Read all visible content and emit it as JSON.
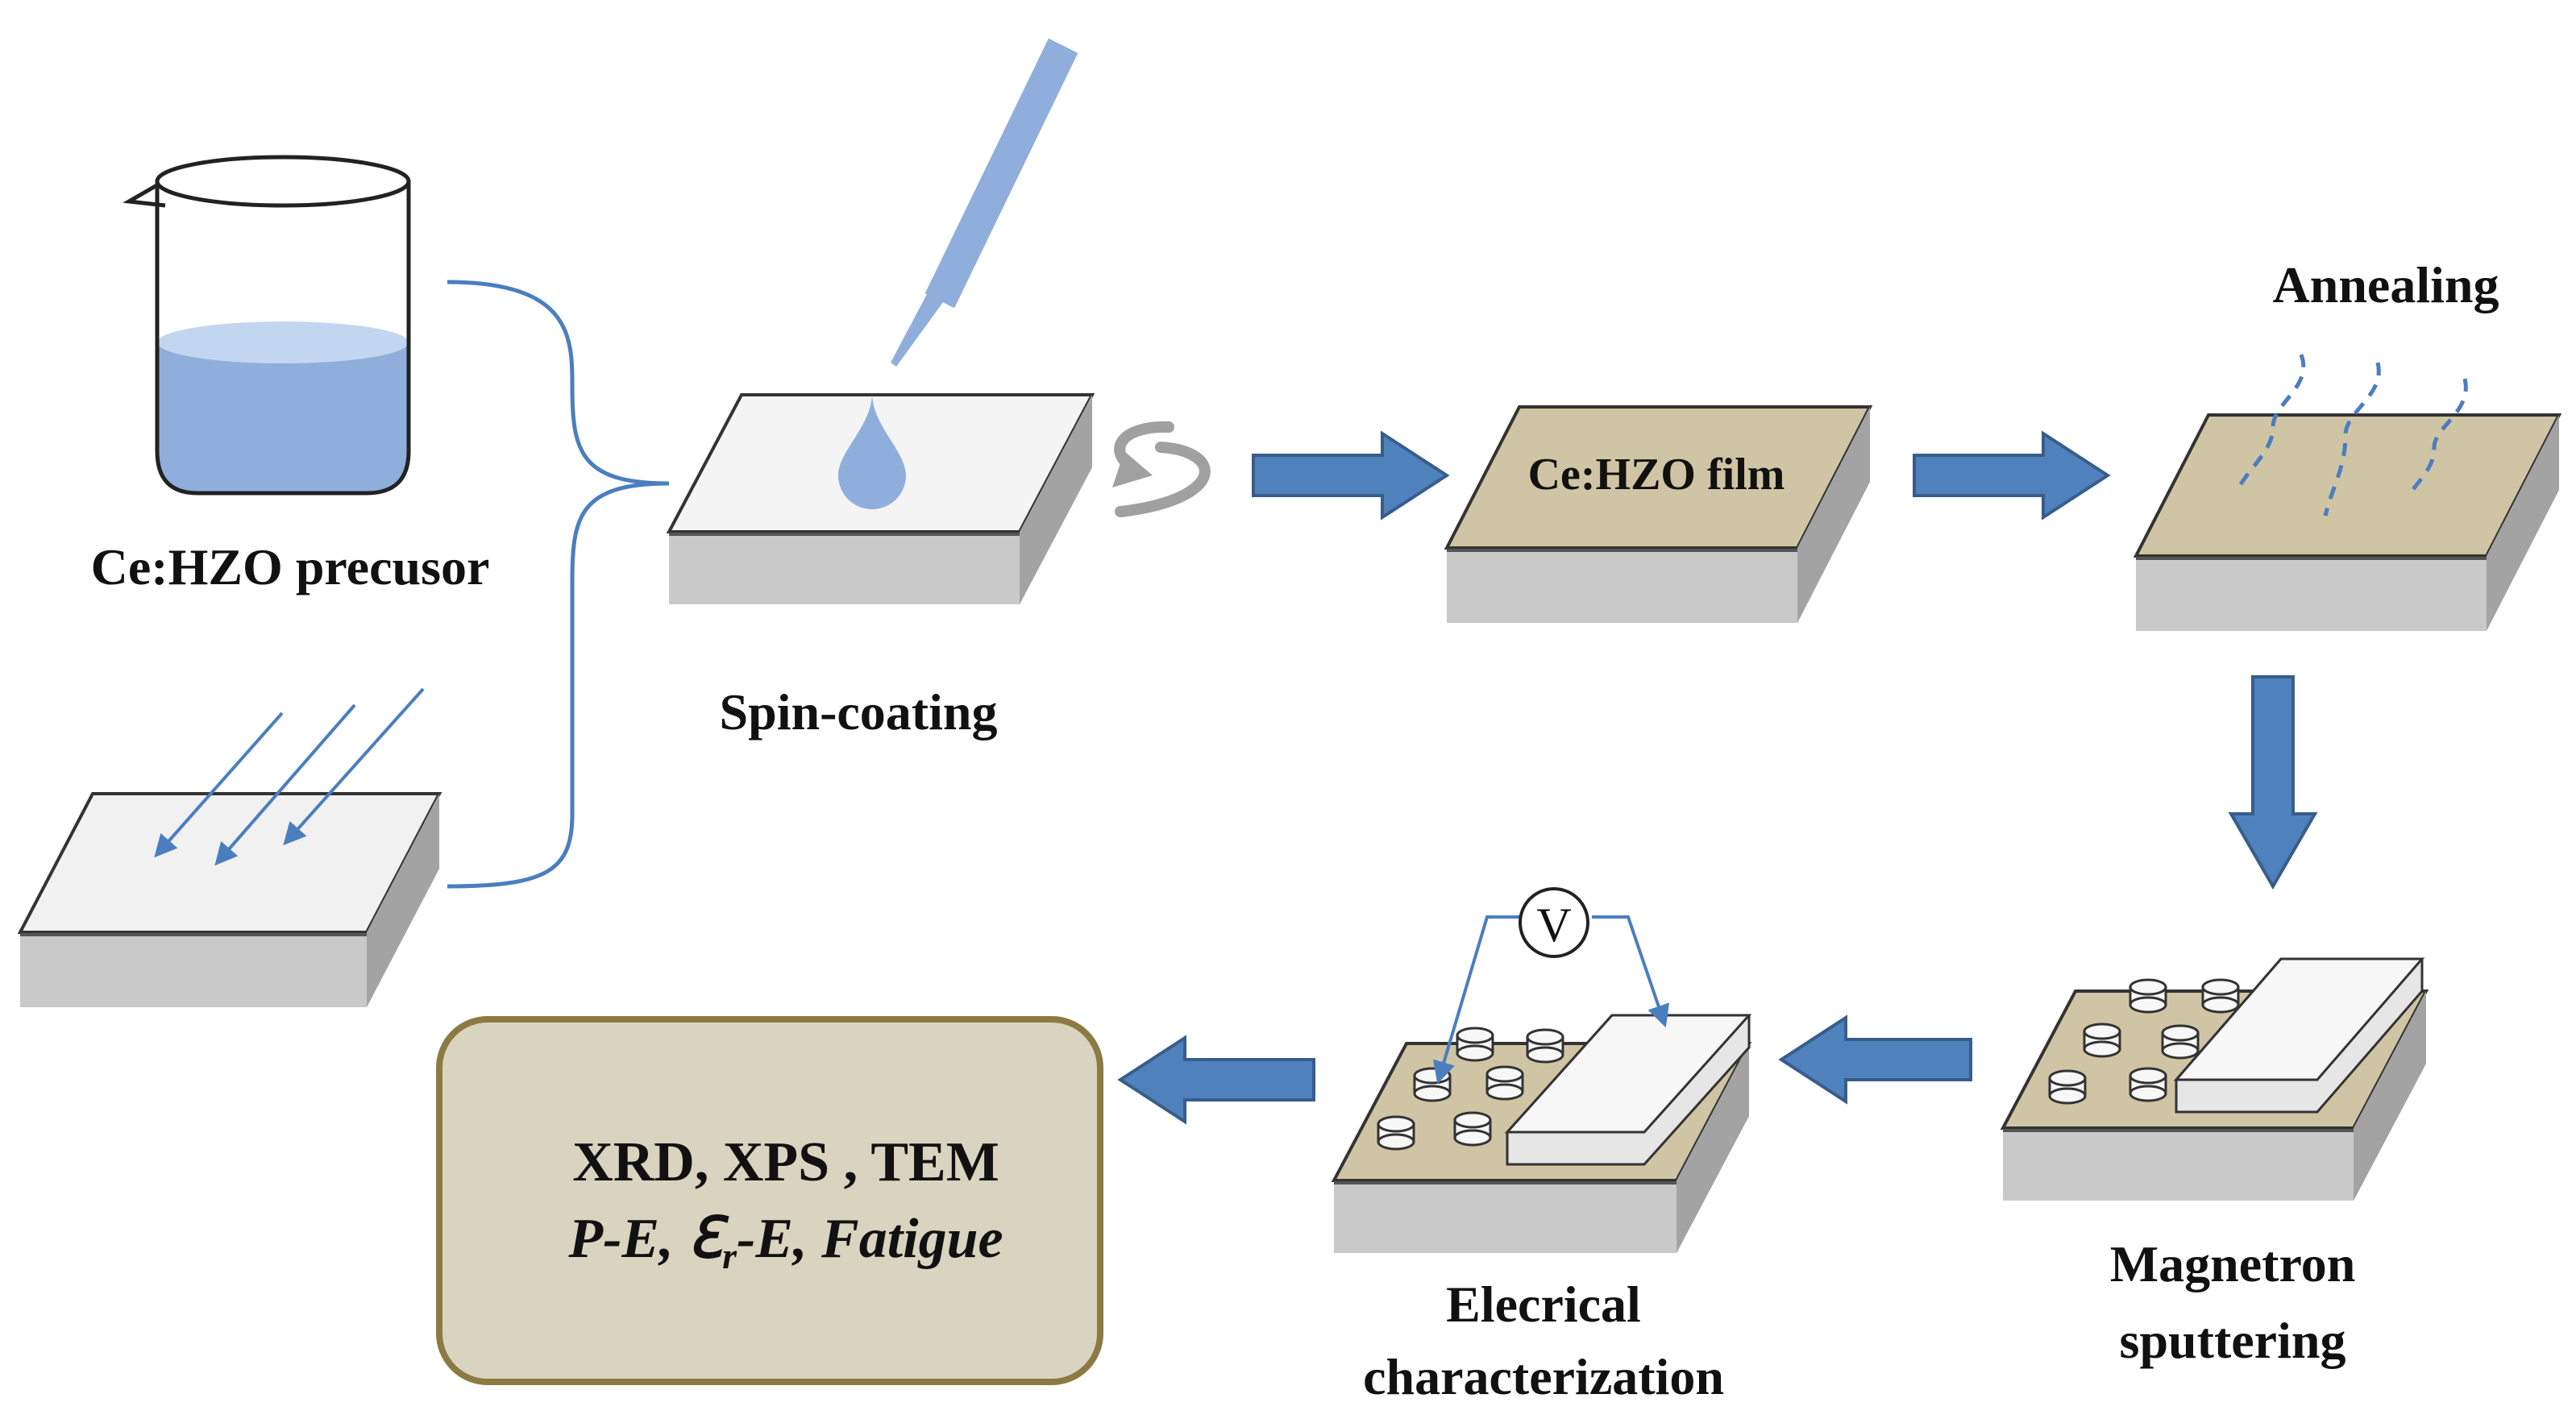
{
  "labels": {
    "precursor": "Ce:HZO precusor",
    "spin_coating": "Spin-coating",
    "film": "Ce:HZO film",
    "annealing": "Annealing",
    "magnetron_line1": "Magnetron",
    "magnetron_line2": "sputtering",
    "electrical_line1": "Elecrical",
    "electrical_line2": "characterization",
    "voltmeter": "V"
  },
  "results": {
    "line1": "XRD,  XPS , TEM",
    "line2_part1": "P-E, ",
    "line2_epsilon": "ℇ",
    "line2_subscript": "r",
    "line2_part2": "-E, Fatigue"
  },
  "colors": {
    "liquid": "#8faedb",
    "arrow_fill": "#4f81bd",
    "arrow_stroke": "#385d8a",
    "film": "#cfc5a4",
    "substrate_top": "#f1f1f1",
    "substrate_side": "#c9c9c9",
    "results_box": "#d9d4bf",
    "results_border": "#8c7a43"
  },
  "icons": [
    "beaker-icon",
    "pipette-icon",
    "droplet-icon",
    "rotation-icon",
    "voltmeter-icon",
    "heat-wave-icon"
  ]
}
